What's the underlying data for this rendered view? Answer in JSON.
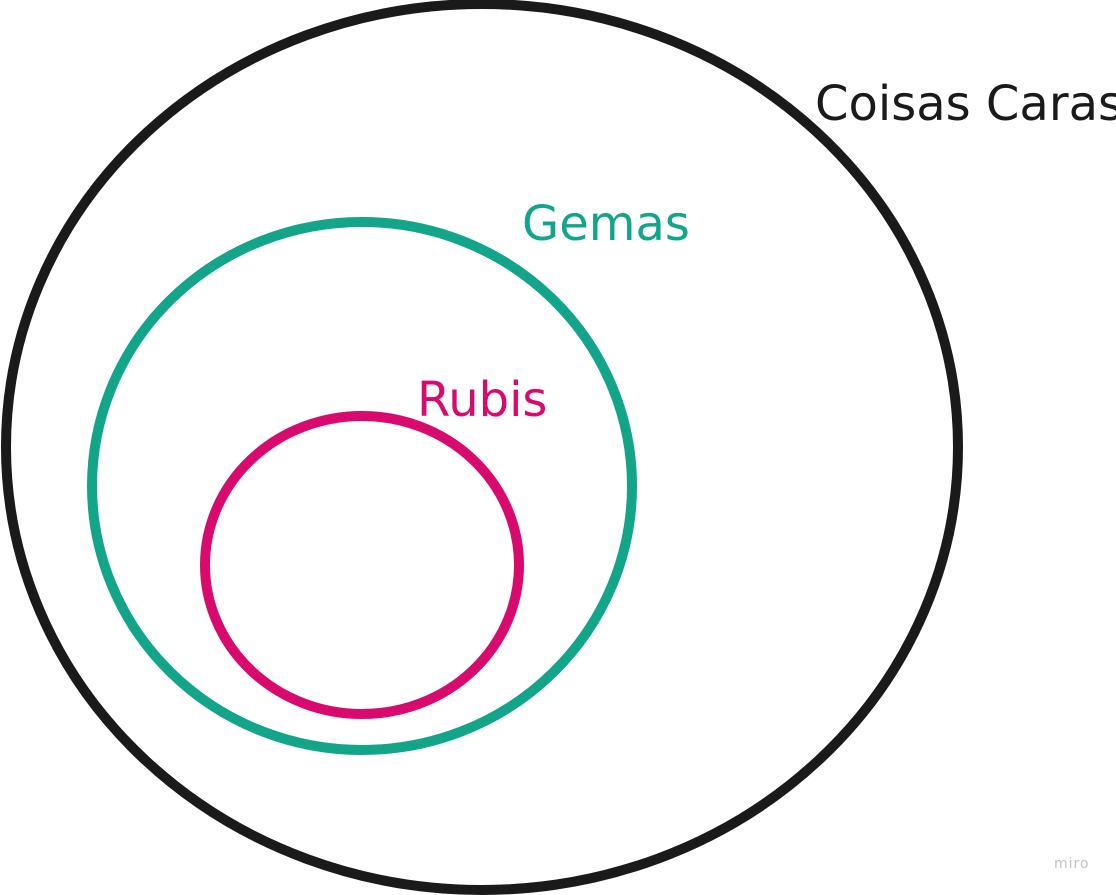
{
  "diagram": {
    "sets": [
      {
        "label": "Coisas Caras",
        "color": "#1a1a1a"
      },
      {
        "label": "Gemas",
        "color": "#12a58a"
      },
      {
        "label": "Rubis",
        "color": "#d80a6e"
      }
    ]
  },
  "watermark": {
    "text": "miro",
    "color": "#c2c2c2"
  }
}
